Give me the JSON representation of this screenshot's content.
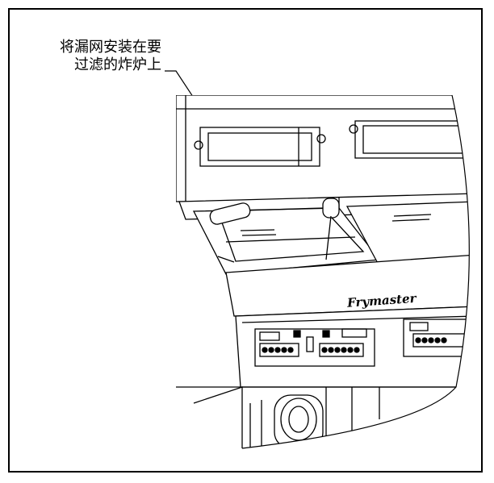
{
  "callout": {
    "line1": "将漏网安装在要",
    "line2": "过滤的炸炉上"
  },
  "brand_label": "Frymaster"
}
